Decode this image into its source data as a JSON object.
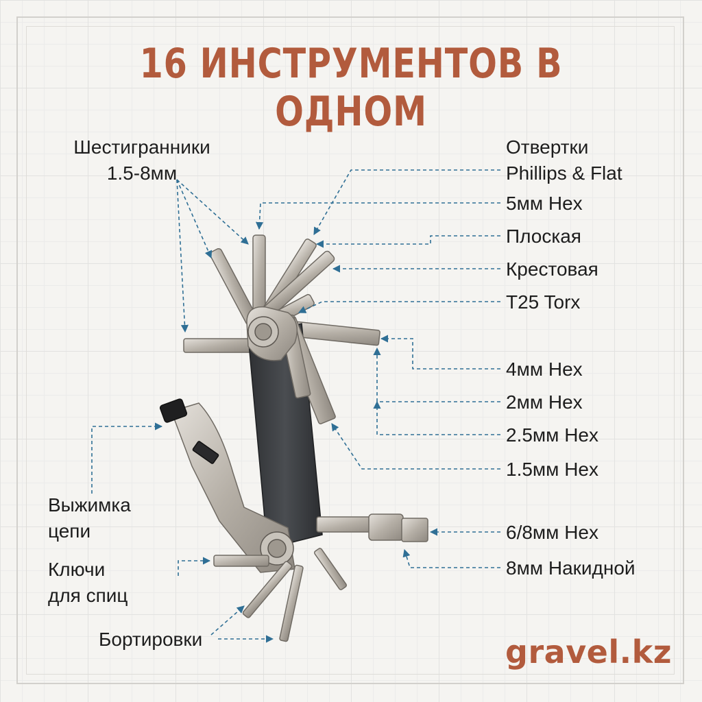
{
  "title": "16 ИНСТРУМЕНТОВ В ОДНОМ",
  "brand": "gravel.kz",
  "labels": {
    "hex_keys": [
      "Шестигранники",
      "1.5-8мм"
    ],
    "screwdrivers": [
      "Отвертки",
      "Phillips & Flat"
    ],
    "hex5": "5мм Hex",
    "flat": "Плоская",
    "phillips": "Крестовая",
    "torx": "T25 Torx",
    "hex4": "4мм Hex",
    "hex2": "2мм Hex",
    "hex25": "2.5мм Hex",
    "hex15": "1.5мм Hex",
    "chain_tool": [
      "Выжимка",
      "цепи"
    ],
    "spoke_keys": [
      "Ключи",
      "для спиц"
    ],
    "hex68": "6/8мм Hex",
    "box8": "8мм Накидной",
    "tire_levers": "Бортировки"
  },
  "colors": {
    "title": "#b25b3d",
    "leader": "#2f6f95",
    "steel": "#b9b3ab",
    "body": "#3b3d40"
  }
}
